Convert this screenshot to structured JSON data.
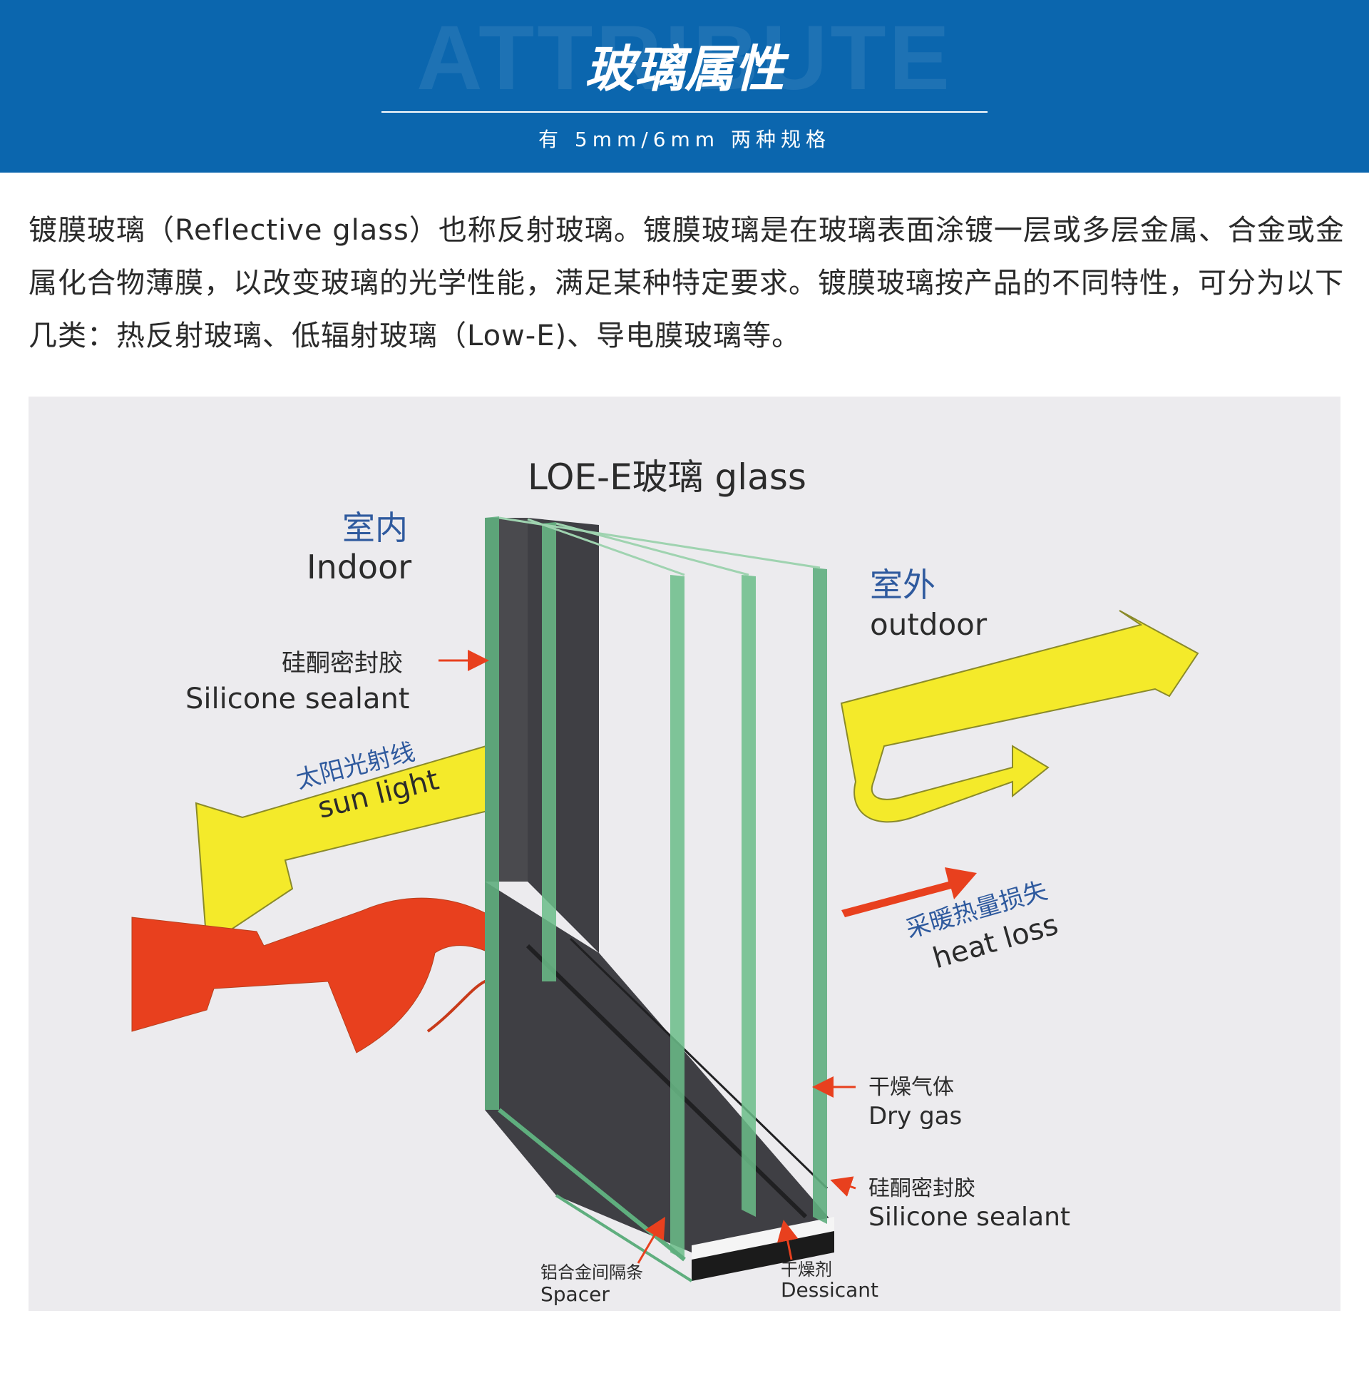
{
  "header": {
    "watermark": "ATTRIBUTE",
    "title": "玻璃属性",
    "subtitle": "有 5mm/6mm 两种规格",
    "background_color": "#0b66ae"
  },
  "intro": {
    "text": "镀膜玻璃（Reflective glass）也称反射玻璃。镀膜玻璃是在玻璃表面涂镀一层或多层金属、合金或金属化合物薄膜，以改变玻璃的光学性能，满足某种特定要求。镀膜玻璃按产品的不同特性，可分为以下几类：热反射玻璃、低辐射玻璃（Low-E)、导电膜玻璃等。"
  },
  "diagram": {
    "title": "LOE-E玻璃 glass",
    "indoor": {
      "cn": "室内",
      "en": "Indoor"
    },
    "outdoor": {
      "cn": "室外",
      "en": "outdoor"
    },
    "sealant_left": {
      "cn": "硅酮密封胶",
      "en": "Silicone sealant"
    },
    "sunlight": {
      "cn": "太阳光射线",
      "en": "sun light"
    },
    "heat_loss": {
      "cn": "采暖热量损失",
      "en": "heat loss"
    },
    "dry_gas": {
      "cn": "干燥气体",
      "en": "Dry gas"
    },
    "sealant_right": {
      "cn": "硅酮密封胶",
      "en": "Silicone sealant"
    },
    "spacer": {
      "cn": "铝合金间隔条",
      "en": "Spacer"
    },
    "desiccant": {
      "cn": "干燥剂",
      "en": "Dessicant"
    },
    "colors": {
      "label_blue": "#2f5a9e",
      "label_dark": "#2b2b2b",
      "sun_yellow": "#f4ea2a",
      "heat_red": "#e8401e",
      "glass_green": "#5fae7e",
      "spacer_dark": "#3f3f44"
    }
  }
}
